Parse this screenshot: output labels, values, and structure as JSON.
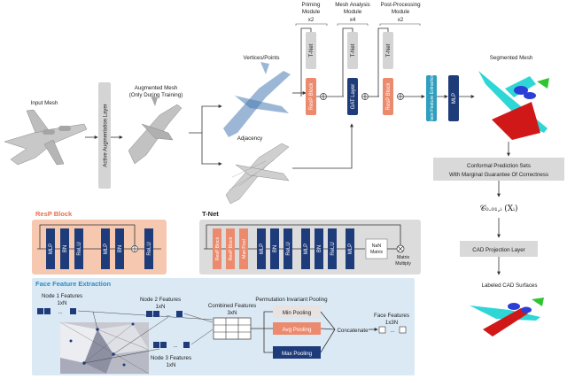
{
  "pipeline": {
    "input_mesh": "Input Mesh",
    "augmentation_layer": "Active Augmentation Layer",
    "augmented_mesh_l1": "Augmented Mesh",
    "augmented_mesh_l2": "(Only During Training)",
    "vertices_points": "Vertices/Points",
    "adjacency": "Adjacency",
    "priming_l1": "Priming",
    "priming_l2": "Module",
    "mesh_analysis_l1": "Mesh Analysis",
    "mesh_analysis_l2": "Module",
    "post_processing_l1": "Post-Processing",
    "post_processing_l2": "Module",
    "mult_priming": "x2",
    "mult_analysis": "x4",
    "mult_post": "x2",
    "tnet": "T-Net",
    "resp_block": "ResP Block",
    "gat_layer": "GAT Layer",
    "face_feature_extraction": "Face Feature Extraction",
    "mlp": "MLP",
    "segmented_mesh": "Segmented Mesh",
    "conformal_l1": "Conformal Prediction Sets",
    "conformal_l2": "With Marginal Guarantee Of Correctness",
    "conformal_formula": "𝒞₀.₀₁,ᵢ (Xᵢ)",
    "cad_projection": "CAD Projection Layer",
    "labeled_cad": "Labeled CAD Surfaces"
  },
  "resp_panel": {
    "title": "ResP Block",
    "blocks": [
      "MLP",
      "BN",
      "ReLU",
      "MLP",
      "BN",
      "ReLU"
    ]
  },
  "tnet_panel": {
    "title": "T-Net",
    "blocks": [
      "ResP Block",
      "ResP Block",
      "Max Pool",
      "MLP",
      "BN",
      "ReLU",
      "MLP",
      "BN",
      "ReLU",
      "MLP"
    ],
    "nan_matrix_l1": "NaN",
    "nan_matrix_l2": "Matrix",
    "matrix_multiply_l1": "Matrix",
    "matrix_multiply_l2": "Multiply"
  },
  "face_panel": {
    "title": "Face Feature Extraction",
    "node1": "Node 1 Features",
    "node1_dim": "1xN",
    "node2": "Node 2 Features",
    "node2_dim": "1xN",
    "node3": "Node 3 Features",
    "node3_dim": "1xN",
    "combined": "Combined Features",
    "combined_dim": "3xN",
    "perm_pool": "Permutation Invariant Pooling",
    "min_pool": "Min Pooling",
    "avg_pool": "Avg Pooling",
    "max_pool": "Max Pooling",
    "concatenate": "Concatenate",
    "face_features": "Face Features",
    "face_features_dim": "1x3N",
    "dots": "..."
  },
  "colors": {
    "navy": "#1f3c7a",
    "salmon": "#ec8a6e",
    "gray_block": "#d4d4d4",
    "teal": "#2f9fbf",
    "resp_bg": "#f6c8b0",
    "tnet_bg": "#dcdcdc",
    "face_bg": "#dbe9f4",
    "face_title": "#2a8cc4",
    "resp_title": "#e8704a"
  }
}
